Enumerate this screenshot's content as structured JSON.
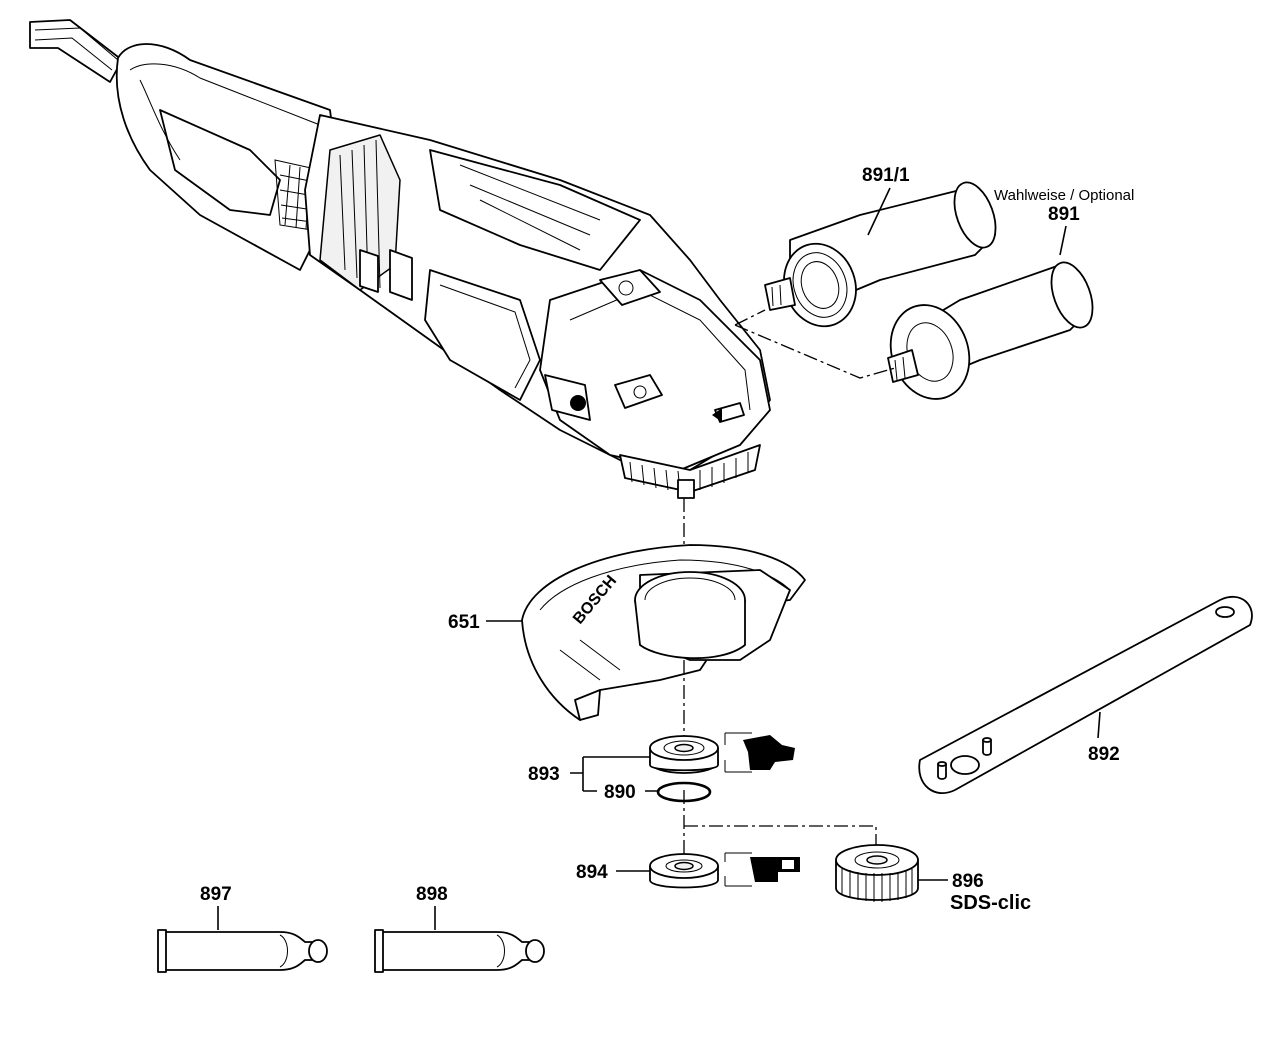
{
  "diagram": {
    "optional_note": "Wahlweise / Optional",
    "sds_brand": "SDS-clic",
    "guard_brand": "BOSCH",
    "parts": {
      "p891_1": "891/1",
      "p891": "891",
      "p651": "651",
      "p892": "892",
      "p893": "893",
      "p890": "890",
      "p894": "894",
      "p896": "896",
      "p897": "897",
      "p898": "898"
    }
  }
}
